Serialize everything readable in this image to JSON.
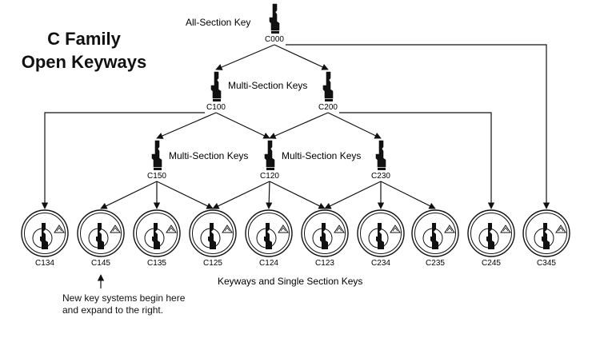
{
  "title": {
    "line1": "C Family",
    "line2": "Open Keyways"
  },
  "labels": {
    "all_section": "All-Section Key",
    "multi_section": "Multi-Section Keys",
    "keyways": "Keyways and Single Section Keys"
  },
  "footnote": {
    "line1": "New key systems begin here",
    "line2": "and expand to the right."
  },
  "nodes": {
    "c000": "C000",
    "c100": "C100",
    "c200": "C200",
    "c150": "C150",
    "c120": "C120",
    "c230": "C230",
    "c134": "C134",
    "c145": "C145",
    "c135": "C135",
    "c125": "C125",
    "c124": "C124",
    "c123": "C123",
    "c234": "C234",
    "c235": "C235",
    "c245": "C245",
    "c345": "C345"
  },
  "edges": [
    [
      "c000",
      "c100"
    ],
    [
      "c000",
      "c200"
    ],
    [
      "c000",
      "c345"
    ],
    [
      "c100",
      "c150"
    ],
    [
      "c100",
      "c120"
    ],
    [
      "c100",
      "c134"
    ],
    [
      "c200",
      "c120"
    ],
    [
      "c200",
      "c230"
    ],
    [
      "c200",
      "c245"
    ],
    [
      "c150",
      "c145"
    ],
    [
      "c150",
      "c135"
    ],
    [
      "c150",
      "c125"
    ],
    [
      "c120",
      "c125"
    ],
    [
      "c120",
      "c124"
    ],
    [
      "c120",
      "c123"
    ],
    [
      "c230",
      "c123"
    ],
    [
      "c230",
      "c234"
    ],
    [
      "c230",
      "c235"
    ]
  ],
  "icons": {
    "key": "key-icon",
    "cylinder": "lock-cylinder-icon",
    "arrow": "arrow-up-icon"
  },
  "colors": {
    "ink": "#111111",
    "background": "#ffffff"
  }
}
